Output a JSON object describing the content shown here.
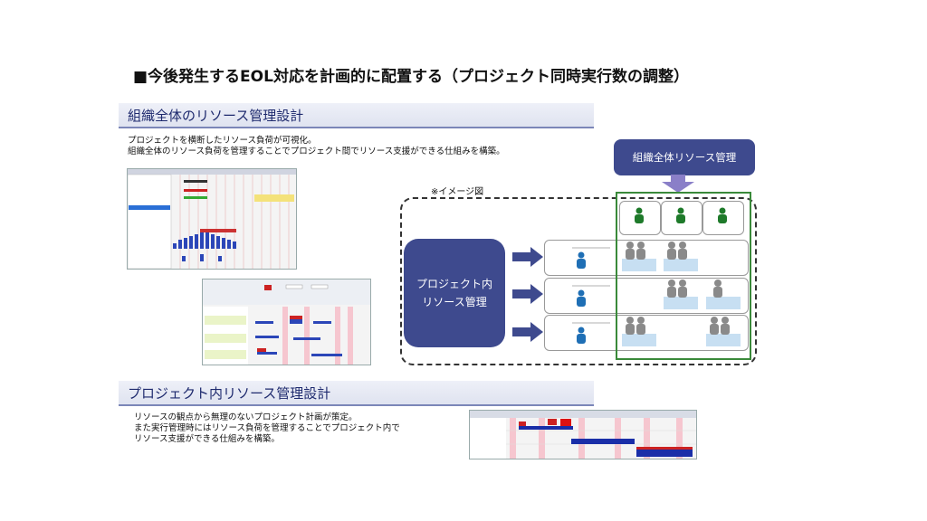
{
  "title": "■今後発生するEOL対応を計画的に配置する（プロジェクト同時実行数の調整）",
  "org_section": {
    "heading": "組織全体のリソース管理設計",
    "desc_lines": [
      "プロジェクトを横断したリソース負荷が可視化。",
      "組織全体のリソース負荷を管理することでプロジェクト間でリソース支援ができる仕組みを構築。"
    ]
  },
  "diagram": {
    "org_label": "組織全体リソース管理",
    "note": "※イメージ図",
    "pm_box_lines": [
      "プロジェクト内",
      "リソース管理"
    ]
  },
  "project_section": {
    "heading": "プロジェクト内リソース管理設計",
    "desc_lines": [
      "リソースの観点から無理のないプロジェクト計画が策定。",
      "また実行管理時にはリソース負荷を管理することでプロジェクト内で",
      "リソース支援ができる仕組みを構築。"
    ]
  },
  "colors": {
    "navy": "#3e4a8e",
    "section_border": "#7b86b8",
    "green": "#3a8a3a",
    "blue_figure": "#1f6fb5",
    "green_figure": "#1e7a2a"
  }
}
